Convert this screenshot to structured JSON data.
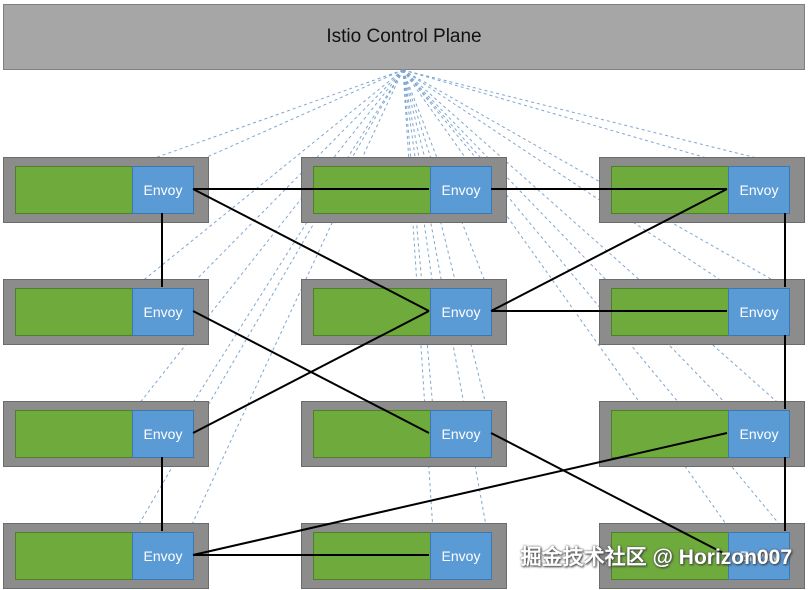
{
  "control_plane": {
    "label": "Istio Control Plane"
  },
  "proxy_label": "Envoy",
  "colors": {
    "control_plane": "#a6a6a6",
    "pod_frame": "#8c8c8c",
    "service": "#6fab3c",
    "envoy": "#5b9bd5",
    "control_link": "#7fa7cf",
    "mesh_link": "#000000"
  },
  "pods": [
    {
      "id": "r1c1"
    },
    {
      "id": "r1c2"
    },
    {
      "id": "r1c3"
    },
    {
      "id": "r2c1"
    },
    {
      "id": "r2c2"
    },
    {
      "id": "r2c3"
    },
    {
      "id": "r3c1"
    },
    {
      "id": "r3c2"
    },
    {
      "id": "r3c3"
    },
    {
      "id": "r4c1"
    },
    {
      "id": "r4c2"
    },
    {
      "id": "r4c3"
    }
  ],
  "mesh_links": [
    [
      "r1c1",
      "r1c2"
    ],
    [
      "r1c2",
      "r1c3"
    ],
    [
      "r1c1",
      "r2c1"
    ],
    [
      "r1c1",
      "r2c2"
    ],
    [
      "r1c3",
      "r2c2"
    ],
    [
      "r2c2",
      "r2c3"
    ],
    [
      "r1c3",
      "r2c3"
    ],
    [
      "r2c1",
      "r3c2"
    ],
    [
      "r2c2",
      "r3c1"
    ],
    [
      "r2c3",
      "r3c3"
    ],
    [
      "r3c1",
      "r4c1"
    ],
    [
      "r3c2",
      "r4c3"
    ],
    [
      "r3c3",
      "r4c1"
    ],
    [
      "r3c3",
      "r4c3"
    ],
    [
      "r4c1",
      "r4c2"
    ]
  ],
  "watermark": "掘金技术社区 @ Horizon007"
}
